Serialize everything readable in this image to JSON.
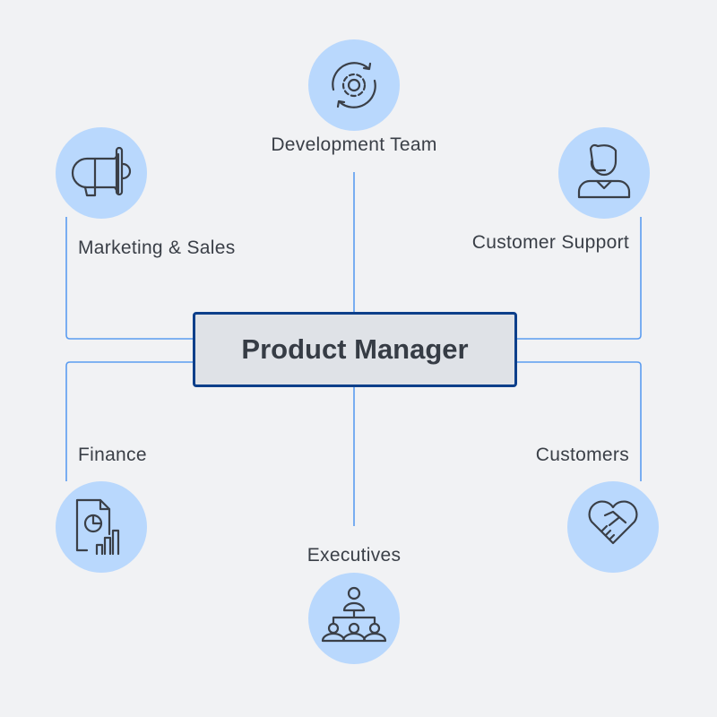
{
  "center": {
    "label": "Product Manager"
  },
  "stakeholders": [
    {
      "label": "Development Team",
      "icon": "gear-cycle-icon"
    },
    {
      "label": "Marketing & Sales",
      "icon": "megaphone-icon"
    },
    {
      "label": "Customer Support",
      "icon": "support-agent-headset-icon"
    },
    {
      "label": "Finance",
      "icon": "financial-report-icon"
    },
    {
      "label": "Customers",
      "icon": "handshake-heart-icon"
    },
    {
      "label": "Executives",
      "icon": "org-hierarchy-icon"
    }
  ],
  "colors": {
    "background": "#f1f2f4",
    "line": "#5b9cf0",
    "circle": "#b9d8fd",
    "box_border": "#0d3f8a",
    "box_fill": "#dfe2e7",
    "text": "#3a3f47"
  }
}
